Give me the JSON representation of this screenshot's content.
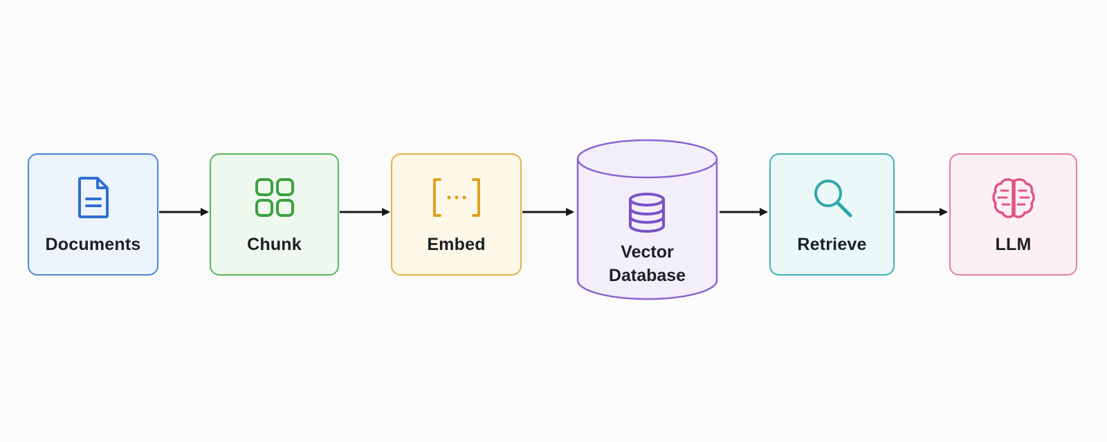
{
  "nodes": {
    "documents": {
      "label": "Documents",
      "icon": "document-icon",
      "color": "#4a86d8"
    },
    "chunk": {
      "label": "Chunk",
      "icon": "grid-icon",
      "color": "#57b65a"
    },
    "embed": {
      "label": "Embed",
      "icon": "brackets-icon",
      "color": "#e8b03a"
    },
    "vector_db": {
      "label_line1": "Vector",
      "label_line2": "Database",
      "icon": "database-icon",
      "color": "#8a64d2"
    },
    "retrieve": {
      "label": "Retrieve",
      "icon": "search-icon",
      "color": "#3fb3b8"
    },
    "llm": {
      "label": "LLM",
      "icon": "brain-icon",
      "color": "#e77c9f"
    }
  },
  "edges": [
    [
      "Documents",
      "Chunk"
    ],
    [
      "Chunk",
      "Embed"
    ],
    [
      "Embed",
      "Vector Database"
    ],
    [
      "Vector Database",
      "Retrieve"
    ],
    [
      "Retrieve",
      "LLM"
    ]
  ]
}
